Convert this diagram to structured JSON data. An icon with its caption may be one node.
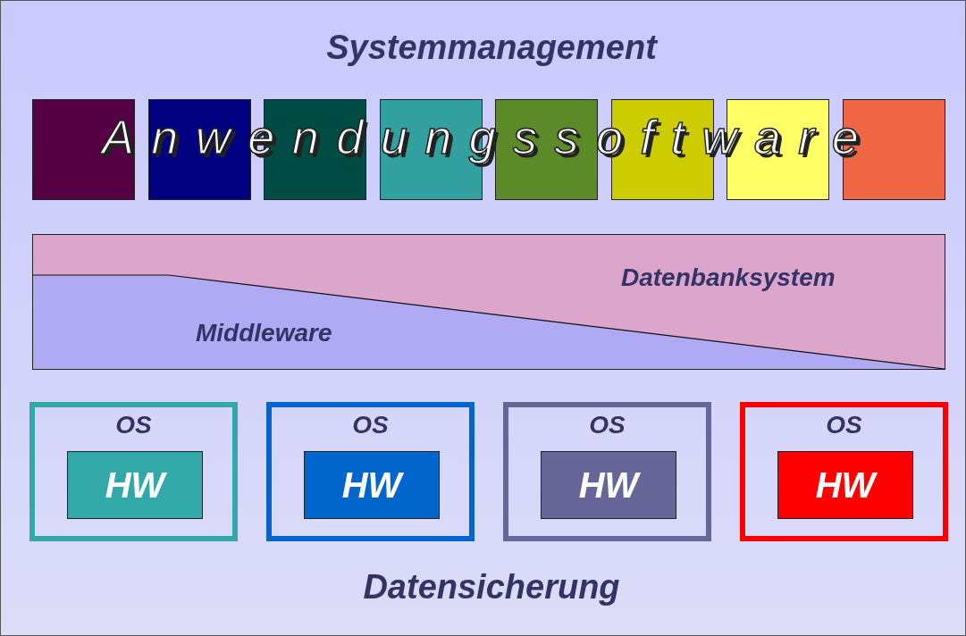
{
  "diagram": {
    "title": "Systemmanagement",
    "caption": "Datensicherung",
    "nodes": [
      {
        "text": [],
        "shape": "box"
      },
      {
        "text": [],
        "shape": "box"
      },
      {
        "text": [],
        "shape": "box"
      },
      {
        "text": [],
        "shape": "box"
      },
      {
        "text": [],
        "shape": "box"
      },
      {
        "text": [],
        "shape": "box"
      },
      {
        "text": [],
        "shape": "box"
      },
      {
        "text": [],
        "shape": "box"
      },
      {
        "text": [
          "Datenbanksystem",
          "Middleware"
        ]
      },
      {
        "text": [
          "OS"
        ]
      },
      {
        "text": [
          "HW"
        ],
        "in": 9
      },
      {
        "text": [
          "OS"
        ]
      },
      {
        "text": [
          "HW"
        ],
        "in": 11
      },
      {
        "text": [
          "OS"
        ]
      },
      {
        "text": [
          "HW"
        ],
        "in": 13
      },
      {
        "text": [
          "OS"
        ]
      },
      {
        "text": [
          "HW"
        ],
        "in": 15
      }
    ],
    "labels": [
      "Anwendungssoftware"
    ]
  }
}
